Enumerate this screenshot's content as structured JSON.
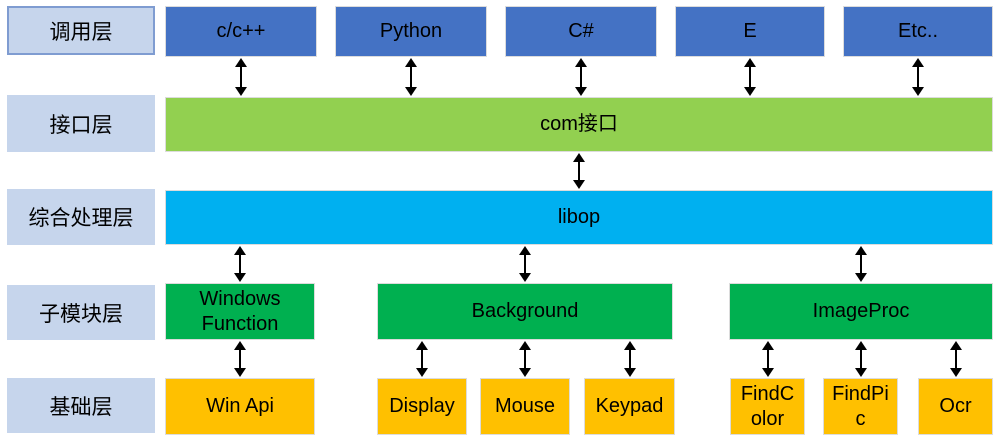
{
  "colors": {
    "caller_box": "#4472c4",
    "interface_box": "#92d050",
    "processing_box": "#00b0f0",
    "submodule_box": "#00b050",
    "base_box": "#ffc000",
    "layer_label_fill": "#c6d5ec",
    "layer_label_border": "#7f9cd1",
    "box_text": "#000000",
    "arrow": "#000000"
  },
  "layers": [
    {
      "label": "调用层",
      "boxes": [
        "c/c++",
        "Python",
        "C#",
        "E",
        "Etc.."
      ]
    },
    {
      "label": "接口层",
      "boxes": [
        "com接口"
      ]
    },
    {
      "label": "综合处理层",
      "boxes": [
        "libop"
      ]
    },
    {
      "label": "子模块层",
      "boxes": [
        "Windows Function",
        "Background",
        "ImageProc"
      ]
    },
    {
      "label": "基础层",
      "boxes": [
        "Win Api",
        "Display",
        "Mouse",
        "Keypad",
        "FindColor",
        "FindPic",
        "Ocr"
      ]
    }
  ]
}
